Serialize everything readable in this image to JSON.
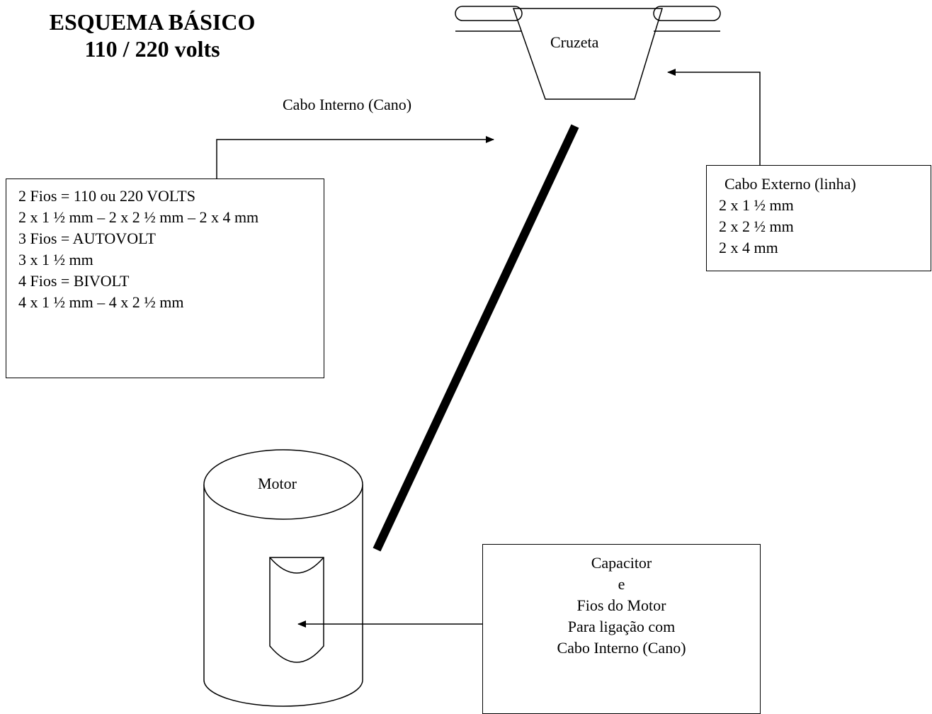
{
  "title": {
    "line1": "ESQUEMA BÁSICO",
    "line2": "110 / 220 volts"
  },
  "labels": {
    "cruzeta": "Cruzeta",
    "cabo_interno_cano": "Cabo Interno (Cano)",
    "motor": "Motor"
  },
  "wire_box": {
    "group1_title": "2 Fios = 110 ou 220 VOLTS",
    "group1_spec": "2 x 1 ½ mm – 2 x 2 ½ mm – 2 x 4 mm",
    "group2_title": "3 Fios = AUTOVOLT",
    "group2_spec": "3 x 1 ½ mm",
    "group3_title": "4 Fios = BIVOLT",
    "group3_spec": "4 x 1 ½ mm – 4 x 2 ½ mm"
  },
  "external_box": {
    "title": "Cabo Externo (linha)",
    "spec1": "2 x 1 ½ mm",
    "spec2": "2 x 2 ½ mm",
    "spec3": "2 x 4 mm"
  },
  "capacitor_box": {
    "line1": "Capacitor",
    "line2": "e",
    "line3": "Fios do Motor",
    "line4": "Para ligação com",
    "line5": "Cabo Interno (Cano)"
  }
}
